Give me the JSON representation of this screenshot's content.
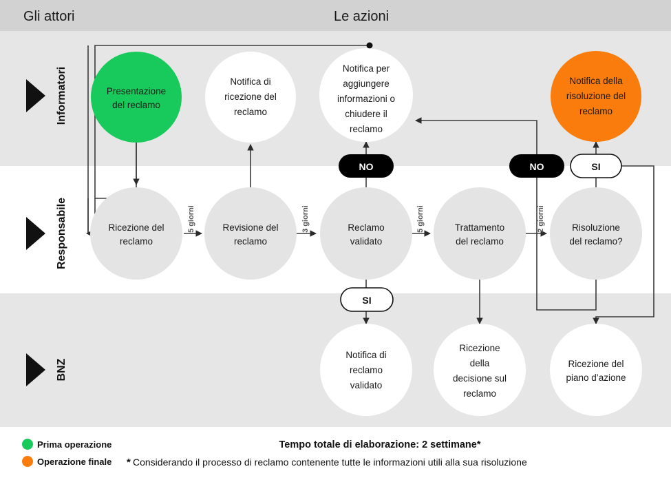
{
  "header": {
    "left_title": "Gli attori",
    "right_title": "Le azioni"
  },
  "lanes": [
    {
      "id": "informatori",
      "label": "Informatori",
      "marker": "triangle-right-icon"
    },
    {
      "id": "responsabile",
      "label": "Responsabile",
      "marker": "triangle-right-icon"
    },
    {
      "id": "bnz",
      "label": "BNZ",
      "marker": "triangle-right-icon"
    }
  ],
  "nodes": {
    "n1": {
      "lines": [
        "Presentazione",
        "del reclamo"
      ],
      "fill": "#18c95b",
      "kind": "first-operation"
    },
    "n2": {
      "lines": [
        "Notifica di",
        "ricezione del",
        "reclamo"
      ],
      "fill": "#ffffff",
      "kind": "plain"
    },
    "n3": {
      "lines": [
        "Notifica per",
        "aggiungere",
        "informazioni o",
        "chiudere il",
        "reclamo"
      ],
      "fill": "#ffffff",
      "kind": "plain"
    },
    "n4": {
      "lines": [
        "Notifica della",
        "risoluzione del",
        "reclamo"
      ],
      "fill": "#f97c0c",
      "kind": "final-operation"
    },
    "n5": {
      "lines": [
        "Ricezione del",
        "reclamo"
      ],
      "fill": "#e4e4e4",
      "kind": "plain"
    },
    "n6": {
      "lines": [
        "Revisione del",
        "reclamo"
      ],
      "fill": "#e4e4e4",
      "kind": "plain"
    },
    "n7": {
      "lines": [
        "Reclamo",
        "validato"
      ],
      "fill": "#e4e4e4",
      "kind": "plain"
    },
    "n8": {
      "lines": [
        "Trattamento",
        "del reclamo"
      ],
      "fill": "#e4e4e4",
      "kind": "plain"
    },
    "n9": {
      "lines": [
        "Risoluzione",
        "del reclamo?"
      ],
      "fill": "#e4e4e4",
      "kind": "decision"
    },
    "n10": {
      "lines": [
        "Notifica di",
        "reclamo",
        "validato"
      ],
      "fill": "#ffffff",
      "kind": "plain"
    },
    "n11": {
      "lines": [
        "Ricezione",
        "della",
        "decisione sul",
        "reclamo"
      ],
      "fill": "#ffffff",
      "kind": "plain"
    },
    "n12": {
      "lines": [
        "Ricezione del",
        "piano d’azione"
      ],
      "fill": "#ffffff",
      "kind": "plain"
    }
  },
  "badges": [
    {
      "id": "no-1",
      "text": "NO",
      "style": "dark"
    },
    {
      "id": "no-2",
      "text": "NO",
      "style": "dark"
    },
    {
      "id": "si-top",
      "text": "SI",
      "style": "light"
    },
    {
      "id": "si-mid",
      "text": "SI",
      "style": "light"
    }
  ],
  "durations": [
    {
      "id": "d1",
      "text": "5 giorni"
    },
    {
      "id": "d2",
      "text": "3 giorni"
    },
    {
      "id": "d3",
      "text": "5 giorni"
    },
    {
      "id": "d4",
      "text": "2 giorni"
    }
  ],
  "legend": [
    {
      "label": "Prima operazione",
      "color": "#18c95b"
    },
    {
      "label": "Operazione finale",
      "color": "#f97c0c"
    }
  ],
  "footer": {
    "total_time": "Tempo totale di elaborazione: 2 settimane*",
    "asterisk": "*",
    "note": "Considerando il processo di reclamo contenente tutte le informazioni utili alla sua risoluzione"
  },
  "colors": {
    "header_band": "#d2d2d2",
    "lane_gray": "#e6e6e6",
    "lane_white": "#ffffff",
    "first_operation": "#18c95b",
    "final_operation": "#f97c0c",
    "node_gray": "#e4e4e4",
    "connector": "#3b3b3b"
  }
}
